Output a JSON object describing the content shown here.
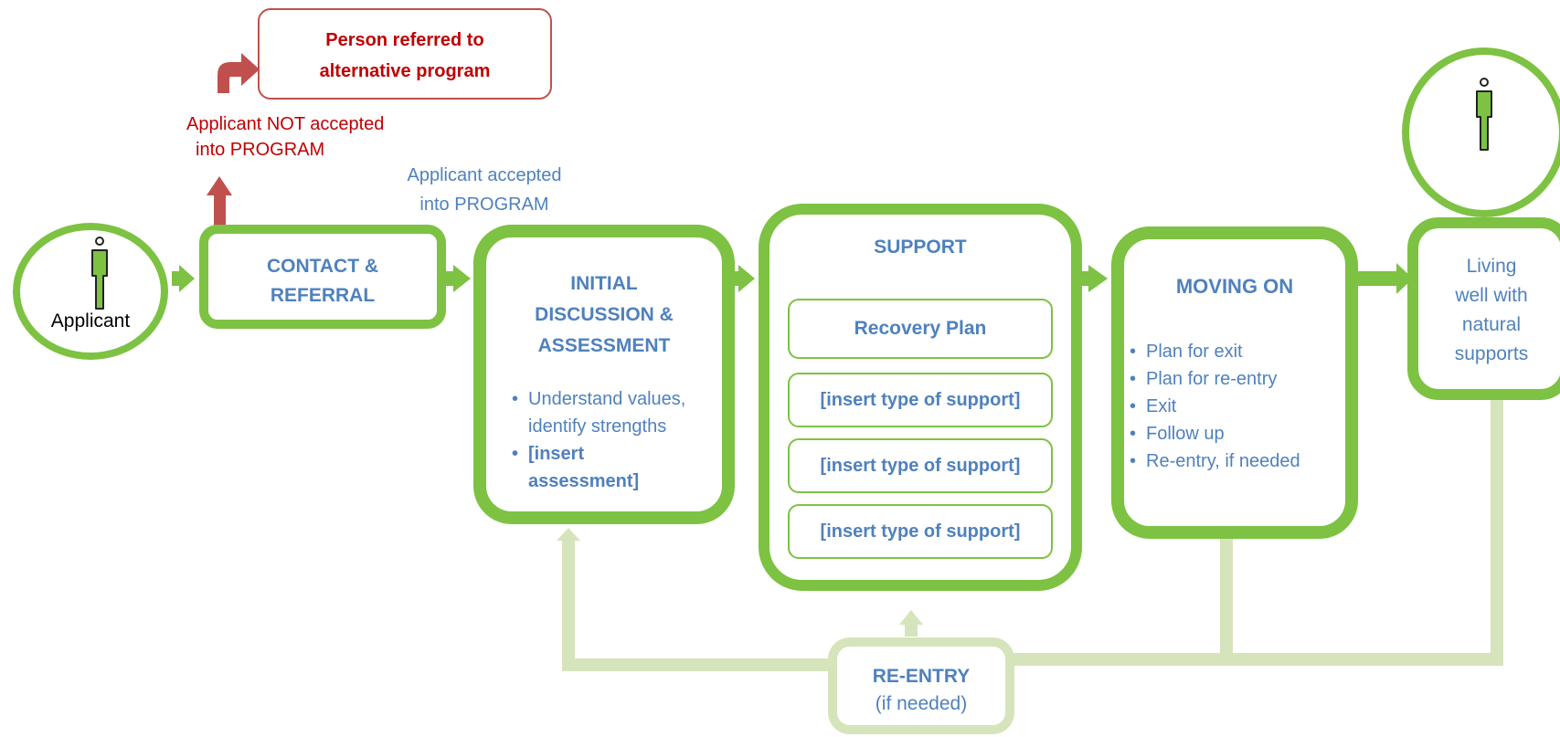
{
  "colors": {
    "green": "#7dc242",
    "light_green": "#d6e4bc",
    "blue": "#4f81bd",
    "red": "#c00000",
    "red_arrow": "#c0504d"
  },
  "applicant": {
    "label": "Applicant",
    "icon": "person-icon"
  },
  "contact": {
    "title_line1": "CONTACT &",
    "title_line2": "REFERRAL"
  },
  "not_accepted": {
    "line1": "Applicant NOT accepted",
    "line2": "into PROGRAM"
  },
  "referred": {
    "line1": "Person referred to",
    "line2": "alternative program"
  },
  "accepted": {
    "line1": "Applicant accepted",
    "line2": "into PROGRAM"
  },
  "initial": {
    "title_line1": "INITIAL",
    "title_line2": "DISCUSSION &",
    "title_line3": "ASSESSMENT",
    "bullet1_line1": "Understand values,",
    "bullet1_line2": "identify  strengths",
    "bullet2_line1": "[insert",
    "bullet2_line2": "assessment]"
  },
  "support": {
    "title": "SUPPORT",
    "items": [
      "Recovery Plan",
      "[insert type of support]",
      "[insert type of support]",
      "[insert type of support]"
    ]
  },
  "moving_on": {
    "title": "MOVING ON",
    "bullets": [
      "Plan for exit",
      "Plan for re-entry",
      "Exit",
      "Follow up",
      "Re-entry, if needed"
    ]
  },
  "living": {
    "line1": "Living",
    "line2": "well with",
    "line3": "natural",
    "line4": "supports"
  },
  "reentry": {
    "title": "RE-ENTRY",
    "subtitle": "(if needed)"
  }
}
